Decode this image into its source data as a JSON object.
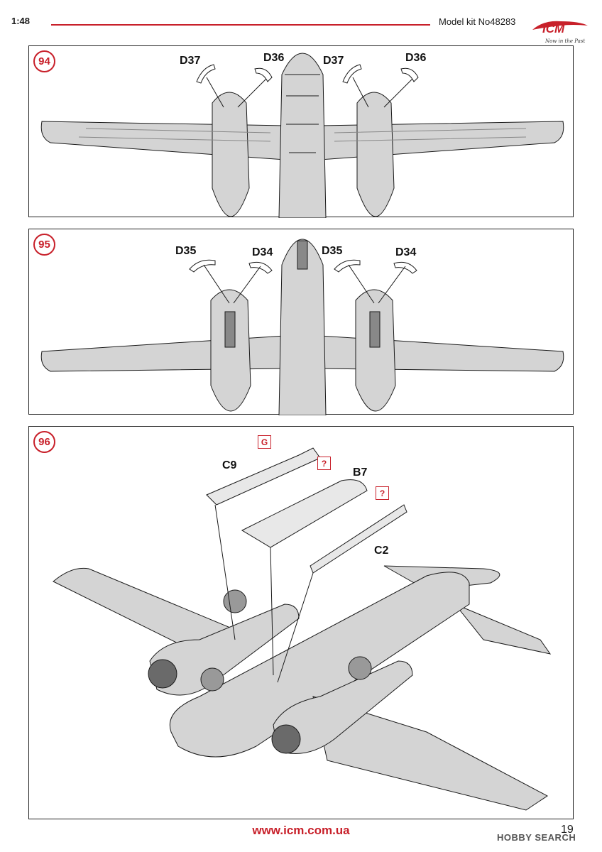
{
  "header": {
    "scale": "1:48",
    "kit_number": "Model kit No48283",
    "brand": "ICM",
    "brand_tagline": "Now in the Past"
  },
  "steps": [
    {
      "number": "94",
      "labels": [
        "D37",
        "D36",
        "D37",
        "D36"
      ]
    },
    {
      "number": "95",
      "labels": [
        "D35",
        "D34",
        "D35",
        "D34"
      ]
    },
    {
      "number": "96",
      "labels": [
        "G",
        "C9",
        "?",
        "B7",
        "?",
        "C2"
      ]
    }
  ],
  "footer": {
    "url": "www.icm.com.ua",
    "page_number": "19",
    "watermark": "HOBBY SEARCH"
  },
  "colors": {
    "accent": "#c8202a",
    "part_fill": "#d4d4d4",
    "line": "#1a1a1a"
  }
}
